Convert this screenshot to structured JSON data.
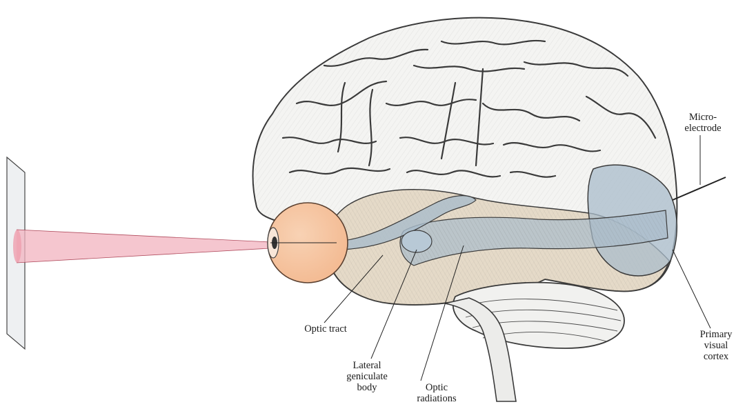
{
  "colors": {
    "brain_fill": "#f4f4f2",
    "brain_outline": "#3a3a3a",
    "cortex_region_fill": "#a9bccb",
    "temporal_tint": "#d9c4a6",
    "eyeball_fill": "#f3b88f",
    "light_beam": "#f2b3bf",
    "screen_fill": "#eef0f2",
    "label_text": "#1a1a1a"
  },
  "labels": {
    "microelectrode": "Micro-\nelectrode",
    "optic_tract": "Optic tract",
    "lateral_geniculate_body": "Lateral\ngeniculate\nbody",
    "optic_radiations": "Optic\nradiations",
    "primary_visual_cortex": "Primary\nvisual\ncortex"
  }
}
